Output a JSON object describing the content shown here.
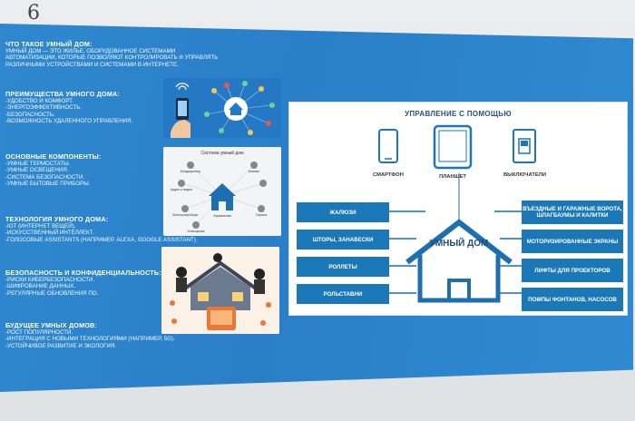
{
  "corner_number": "6",
  "sections": [
    {
      "title": "ЧТО ТАКОЕ УМНЫЙ ДОМ:",
      "lines": [
        "УМНЫЙ ДОМ — ЭТО ЖИЛЬЕ, ОБОРУДОВАННОЕ СИСТЕМАМИ",
        "АВТОМАТИЗАЦИИ, КОТОРЫЕ ПОЗВОЛЯЮТ КОНТРОЛИРОВАТЬ И УПРАВЛЯТЬ",
        "РАЗЛИЧНЫМИ УСТРОЙСТВАМИ И СИСТЕМАМИ В ИНТЕРНЕТЕ."
      ]
    },
    {
      "title": "ПРЕИМУЩЕСТВА УМНОГО ДОМА:",
      "lines": [
        "-УДОБСТВО И КОМФОРТ.",
        "-ЭНЕРГОЭФФЕКТИВНОСТЬ.",
        "-БЕЗОПАСНОСТЬ.",
        "-ВОЗМОЖНОСТЬ УДАЛЕННОГО УПРАВЛЕНИЯ."
      ]
    },
    {
      "title": "ОСНОВНЫЕ КОМПОНЕНТЫ:",
      "lines": [
        "-УМНЫЕ ТЕРМОСТАТЫ.",
        "-УМНЫЕ ОСВЕЩЕНИЯ.",
        "-СИСТЕМА БЕЗОПАСНОСТИ.",
        "-УМНЫЕ БЫТОВЫЕ ПРИБОРЫ."
      ]
    },
    {
      "title": "ТЕХНОЛОГИЯ УМНОГО ДОМА:",
      "lines": [
        "-IOT (ИНТЕРНЕТ ВЕЩЕЙ).",
        "-ИСКУССТВЕННЫЙ ИНТЕЛЛЕКТ.",
        "-ГОЛОСОВЫЕ ASSISTANTS (НАПРИМЕР, ALEXA, GOOGLE ASSISTANT)."
      ]
    },
    {
      "title": "БЕЗОПАСНОСТЬ И КОНФИДЕНЦИАЛЬНОСТЬ:",
      "lines": [
        "-РИСКИ КИБЕРБЕЗОПАСНОСТИ.",
        "-ШИФРОВАНИЕ ДАННЫХ.",
        "-РЕГУЛЯРНЫЕ ОБНОВЛЕНИЯ ПО."
      ]
    },
    {
      "title": "БУДУЩЕЕ УМНЫХ ДОМОВ:",
      "lines": [
        "-РОСТ ПОПУЛЯРНОСТИ.",
        "-ИНТЕГРАЦИЯ С НОВЫМИ ТЕХНОЛОГИЯМИ (НАПРИМЕР, 5G).",
        "-УСТОЙЧИВОЕ РАЗВИТИЕ И ЭКОЛОГИЯ."
      ]
    }
  ],
  "components_image": {
    "title": "Система умный дом",
    "labels": [
      "Кондиционер",
      "Климат",
      "Аудио и видео",
      "Электроприборы",
      "Управление",
      "Охрана",
      "Освещение"
    ]
  },
  "diagram": {
    "title": "УПРАВЛЕНИЕ С ПОМОЩЬЮ",
    "devices": [
      "СМАРТФОН",
      "ПЛАНШЕТ",
      "ВЫКЛЮЧАТЕЛИ"
    ],
    "house": "УМНЫЙ ДОМ",
    "left_items": [
      "ЖАЛЮЗИ",
      "ШТОРЫ, ЗАНАВЕСКИ",
      "РОЛЛЕТЫ",
      "РОЛЬСТАВНИ"
    ],
    "right_items": [
      "ВЪЕЗДНЫЕ И ГАРАЖНЫЕ ВОРОТА, ШЛАГБАУМЫ И КАЛИТКИ",
      "МОТОРИЗИРОВАННЫЕ ЭКРАНЫ",
      "ЛИФТЫ ДЛЯ ПРОЕКТОРОВ",
      "ПОМПЫ ФОНТАНОВ, НАСОСОВ"
    ]
  },
  "colors": {
    "poster_blue": "#2a7fc8",
    "button_blue": "#1a77b8",
    "house_blue": "#1d6fb0"
  }
}
